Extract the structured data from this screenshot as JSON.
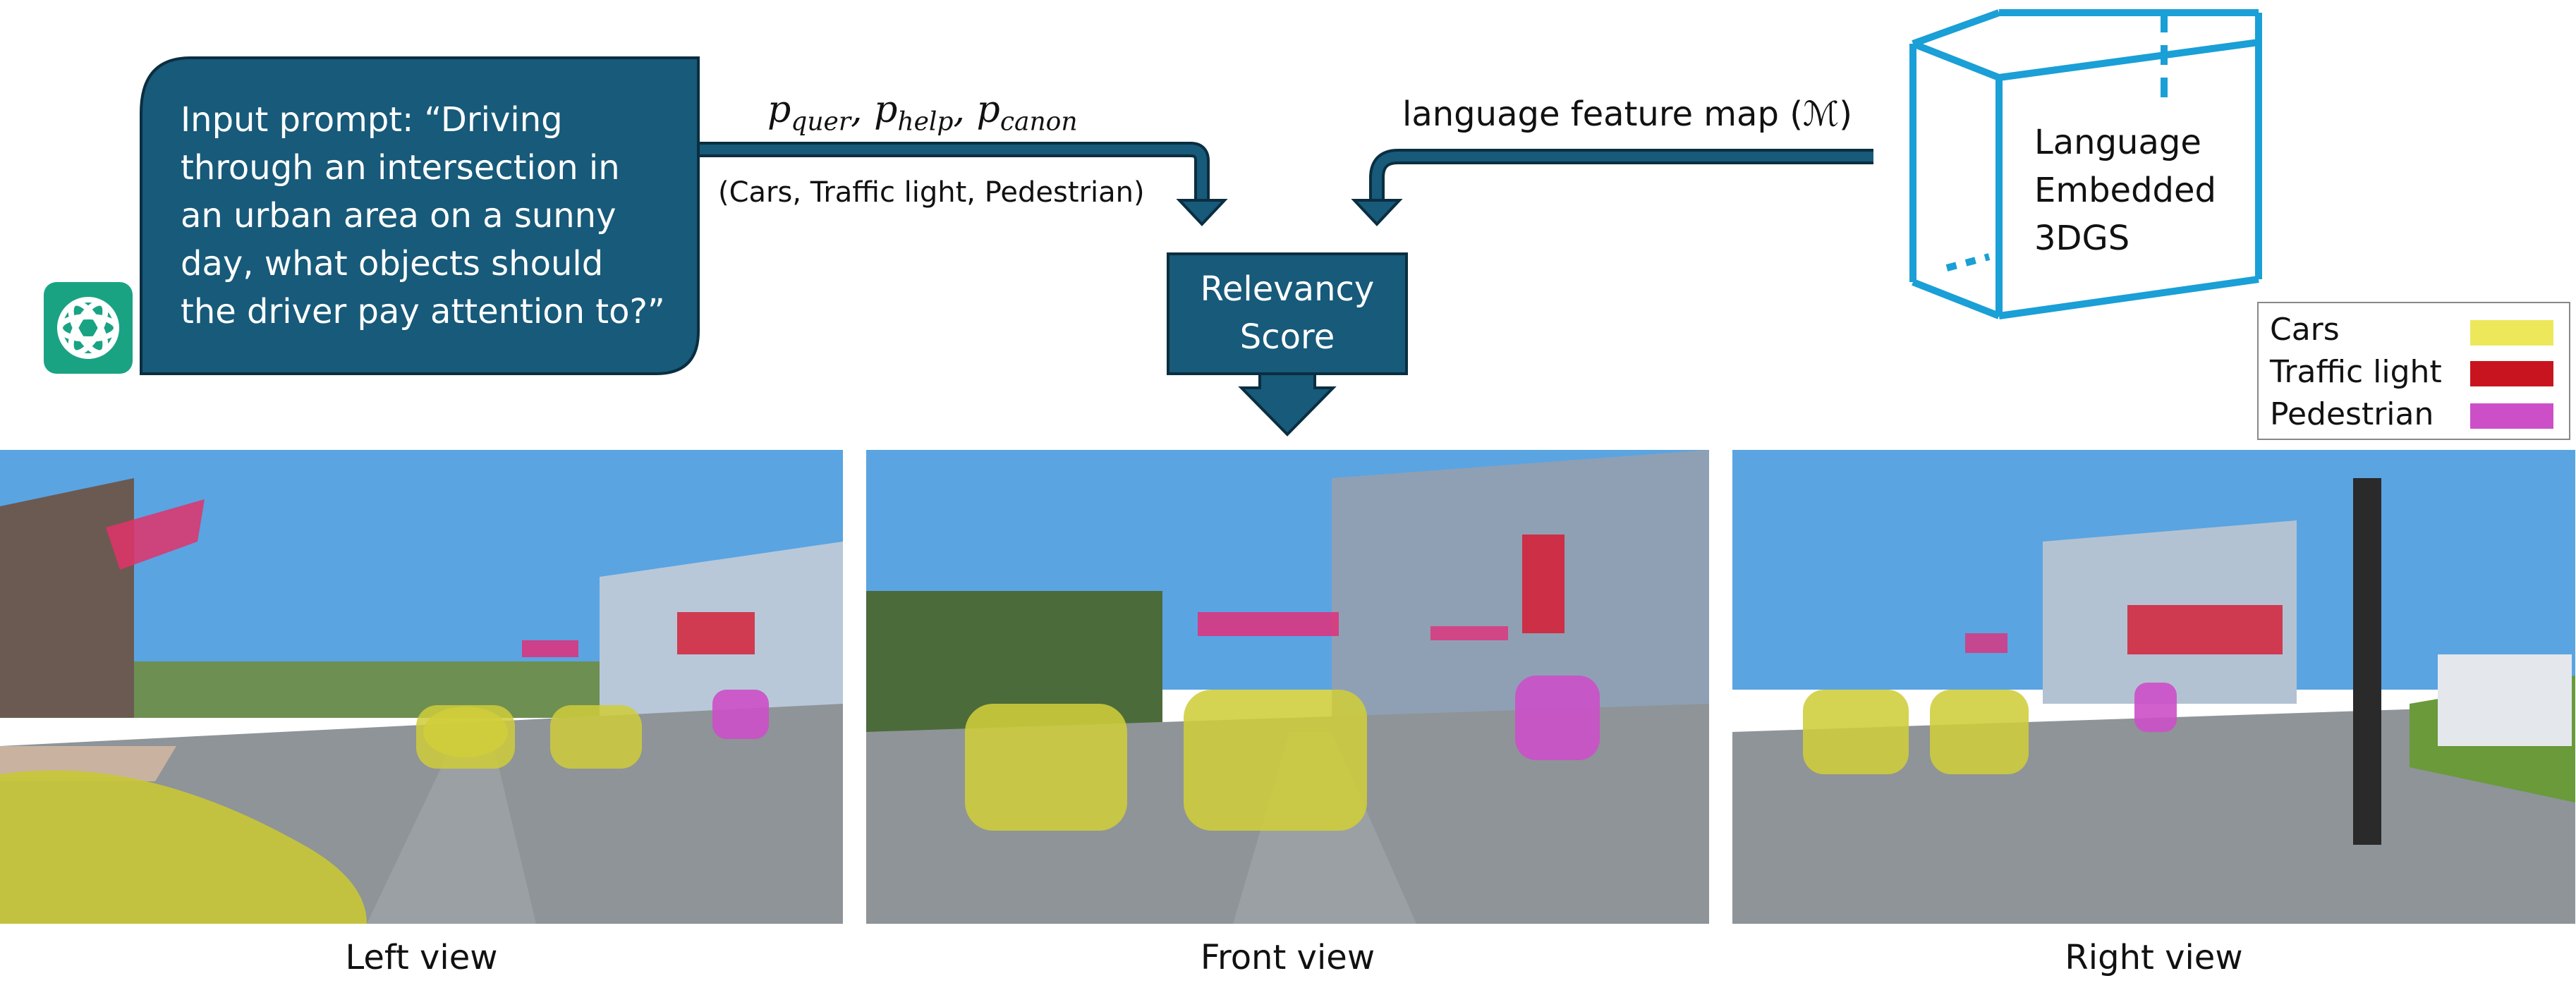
{
  "prompt": {
    "lines": [
      "Input prompt: “Driving",
      "through an intersection in",
      "an urban area on a sunny",
      "day, what objects should",
      "the driver pay attention to?”"
    ],
    "box_color": "#175a7a",
    "icon": "chatgpt-logo-icon"
  },
  "query": {
    "base": "p",
    "subscripts": [
      "quer",
      "help",
      "canon"
    ],
    "objects": "(Cars, Traffic light, Pedestrian)"
  },
  "feature_map": {
    "label": "language feature map (ℳ)"
  },
  "relevancy": {
    "line1": "Relevancy",
    "line2": "Score"
  },
  "cube": {
    "lines": [
      "Language",
      "Embedded",
      "3DGS"
    ],
    "color": "#1a9fd6"
  },
  "legend": {
    "items": [
      {
        "label": "Cars",
        "color": "#ece85a"
      },
      {
        "label": "Traffic light",
        "color": "#c8141e"
      },
      {
        "label": "Pedestrian",
        "color": "#cc4fc8"
      }
    ]
  },
  "views": [
    {
      "label": "Left view"
    },
    {
      "label": "Front view"
    },
    {
      "label": "Right view"
    }
  ]
}
